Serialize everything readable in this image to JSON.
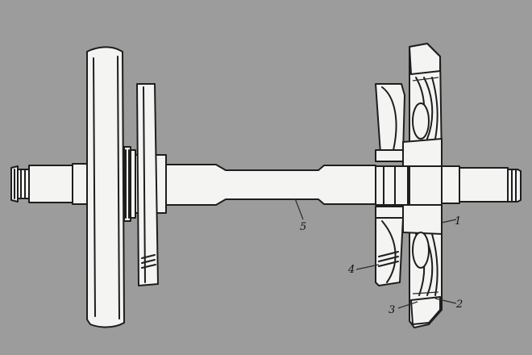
{
  "labels": {
    "part1": "1",
    "part2": "2",
    "part3": "3",
    "part4": "4",
    "part5": "5"
  },
  "colors": {
    "background": "#9c9c9c",
    "paper": "#f4f4f2",
    "ink": "#1e1e1e"
  }
}
